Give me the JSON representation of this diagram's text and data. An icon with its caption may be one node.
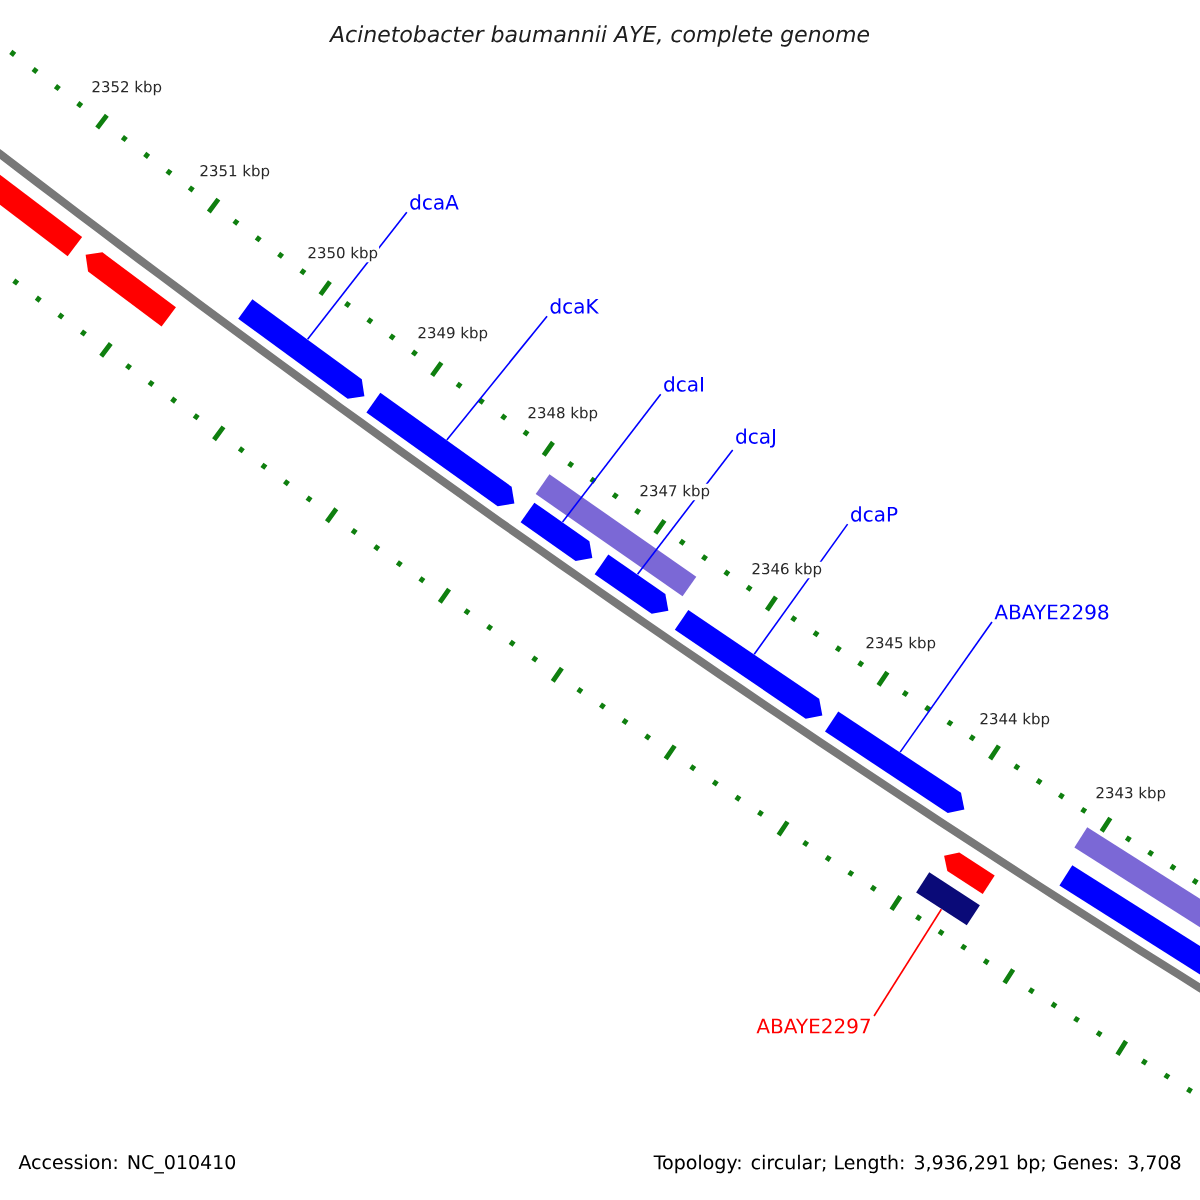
{
  "diagram": {
    "title": "Acinetobacter baumannii AYE, complete genome",
    "nodes": [
      {
        "text": [],
        "shape": "arrow"
      },
      {
        "text": [],
        "shape": "arrow"
      },
      {
        "text": [],
        "shape": "arrow"
      },
      {
        "text": [],
        "shape": "arrow"
      },
      {
        "text": [],
        "shape": "box"
      },
      {
        "text": [],
        "shape": "arrow"
      },
      {
        "text": [],
        "shape": "arrow"
      },
      {
        "text": [],
        "shape": "arrow"
      },
      {
        "text": [],
        "shape": "arrow"
      },
      {
        "text": [],
        "shape": "arrow"
      },
      {
        "text": [],
        "shape": "box"
      },
      {
        "text": [],
        "shape": "box"
      },
      {
        "text": [],
        "shape": "arrow"
      },
      {
        "text": [
          "dcaA"
        ]
      },
      {
        "text": [
          "dcaK"
        ]
      },
      {
        "text": [
          "dcaI"
        ]
      },
      {
        "text": [
          "dcaJ"
        ]
      },
      {
        "text": [
          "dcaP"
        ]
      },
      {
        "text": [
          "ABAYE2298"
        ]
      },
      {
        "text": [
          "ABAYE2297"
        ]
      }
    ],
    "edges": [
      {
        "from": 13,
        "to": 2,
        "arrow": "none"
      },
      {
        "from": 14,
        "to": 3,
        "arrow": "none"
      },
      {
        "from": 15,
        "to": 5,
        "arrow": "none"
      },
      {
        "from": 16,
        "to": 6,
        "arrow": "none"
      },
      {
        "from": 17,
        "to": 7,
        "arrow": "none"
      },
      {
        "from": 18,
        "to": 8,
        "arrow": "none"
      },
      {
        "from": 19,
        "to": 10,
        "arrow": "none",
        "color": "#ff0000"
      }
    ],
    "labels": [
      "2352 kbp",
      "2351 kbp",
      "2350 kbp",
      "2349 kbp",
      "2348 kbp",
      "2347 kbp",
      "2346 kbp",
      "2345 kbp",
      "2344 kbp",
      "2343 kbp",
      "Accession: NC_010410",
      "Topology: circular; Length: 3,936,291 bp; Genes: 3,708"
    ]
  }
}
